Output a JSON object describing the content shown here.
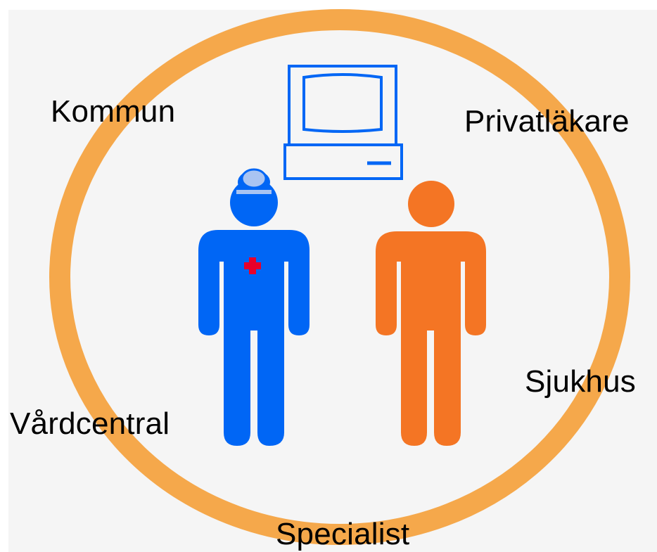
{
  "diagram": {
    "labels": {
      "kommun": "Kommun",
      "privatlakare": "Privatläkare",
      "sjukhus": "Sjukhus",
      "vardcentral": "Vårdcentral",
      "specialist": "Specialist"
    },
    "icons": [
      "ring-shape",
      "computer-monitor-icon",
      "doctor-figure-icon",
      "medical-cross-icon",
      "patient-figure-icon"
    ],
    "colors": {
      "ring": "#F5A84B",
      "doctor": "#0066F5",
      "doctor_lamp": "#A9C4F2",
      "cross": "#E8002A",
      "patient": "#F47524",
      "computer": "#0066F5",
      "background": "#F5F5F5"
    }
  }
}
